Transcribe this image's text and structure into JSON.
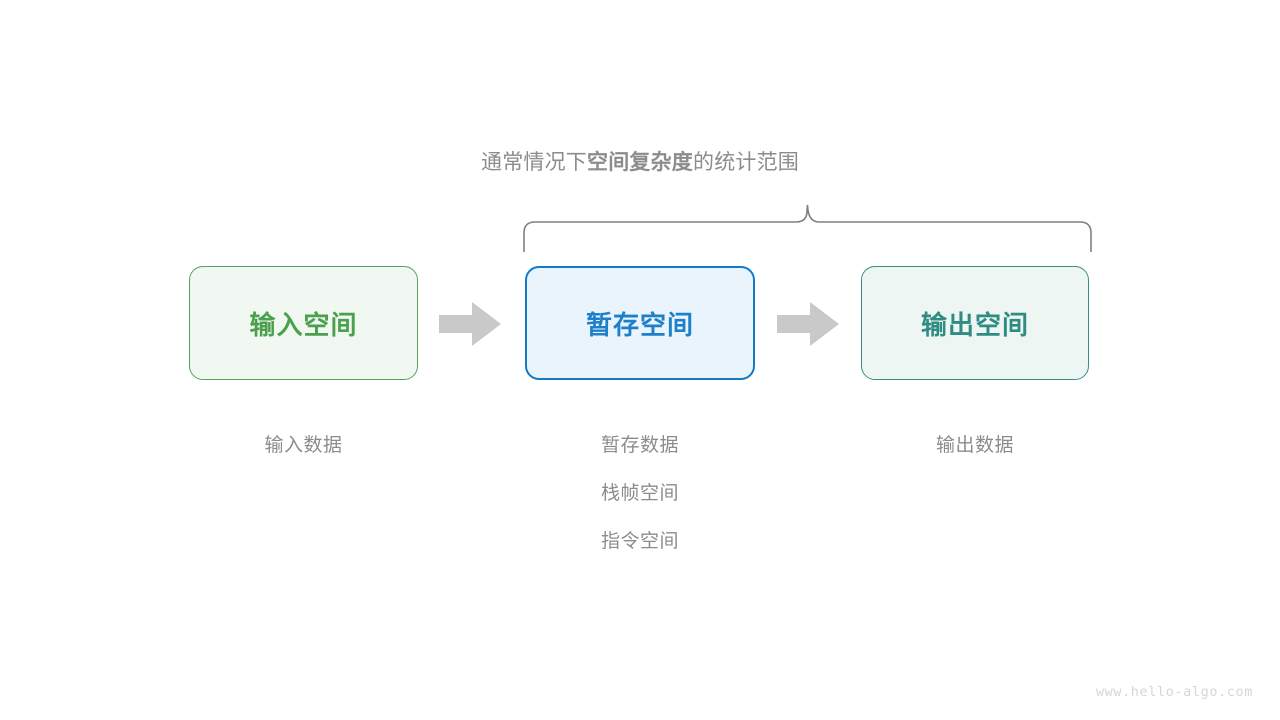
{
  "diagram": {
    "title_prefix": "通常情况下",
    "title_emphasis": "空间复杂度",
    "title_suffix": "的统计范围",
    "brace": {
      "name": "scope-brace",
      "color": "#808080"
    },
    "boxes": [
      {
        "key": "input",
        "label": "输入空间",
        "border_color": "#59a05a",
        "fill_color": "#f1f8f1",
        "text_color": "#4aa04c"
      },
      {
        "key": "temp",
        "label": "暂存空间",
        "border_color": "#1479c6",
        "fill_color": "#e9f4fc",
        "text_color": "#1f80ca"
      },
      {
        "key": "output",
        "label": "输出空间",
        "border_color": "#3b8d86",
        "fill_color": "#edf6f3",
        "text_color": "#2f8c82"
      }
    ],
    "arrows": [
      {
        "key": "input-to-temp",
        "icon": "right-arrow-icon",
        "color": "#c9c9c9"
      },
      {
        "key": "temp-to-output",
        "icon": "right-arrow-icon",
        "color": "#c9c9c9"
      }
    ],
    "captions": {
      "input": [
        "输入数据"
      ],
      "temp": [
        "暂存数据",
        "栈帧空间",
        "指令空间"
      ],
      "output": [
        "输出数据"
      ]
    },
    "caption_color": "#8c8c8c"
  },
  "watermark": {
    "text": "www.hello-algo.com"
  }
}
